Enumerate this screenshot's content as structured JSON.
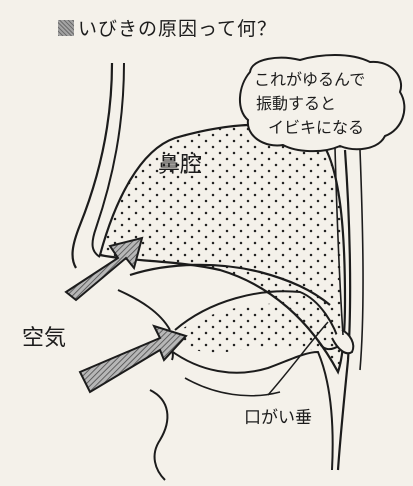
{
  "title": "いびきの原因って何？",
  "labels": {
    "nasal_cavity": "鼻腔",
    "air": "空気",
    "uvula": "口がい垂"
  },
  "speech_bubble": {
    "lines": [
      "これがゆるんで",
      "振動すると",
      "イビキになる"
    ]
  },
  "icons": {
    "title_marker": "gray-square-icon",
    "airflow": "hatched-arrow-icon"
  },
  "colors": {
    "paper": "#f4f1ea",
    "ink": "#1c1c1c",
    "arrow_fill": "#8c8c8c"
  }
}
